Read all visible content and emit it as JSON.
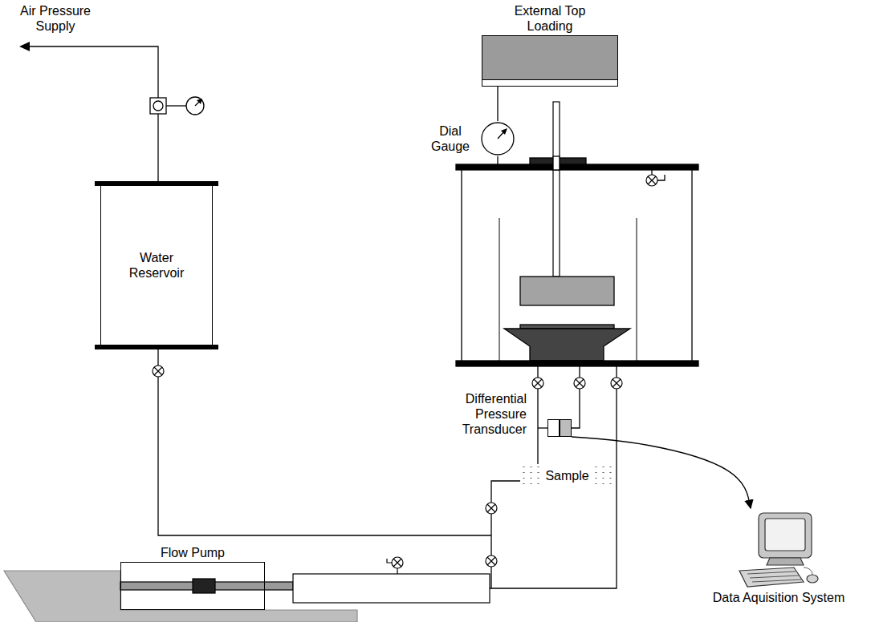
{
  "diagram": {
    "nodes": [
      {
        "text": [
          "External Top Loading"
        ]
      },
      {
        "text": [
          "Water Reservoir"
        ]
      },
      {
        "text": [
          "Dial Gauge"
        ]
      },
      {
        "text": [
          "Sample"
        ]
      },
      {
        "text": [
          "Differential Pressure Transducer"
        ]
      },
      {
        "text": [
          "Flow Pump"
        ]
      },
      {
        "text": [
          "Data Aquisition System"
        ]
      }
    ],
    "edges": [
      {
        "from": 2,
        "to": 0,
        "arrow": "none"
      },
      {
        "from": 4,
        "to": 6,
        "arrow": "to"
      }
    ],
    "labels": [
      "Air Pressure Supply"
    ]
  }
}
